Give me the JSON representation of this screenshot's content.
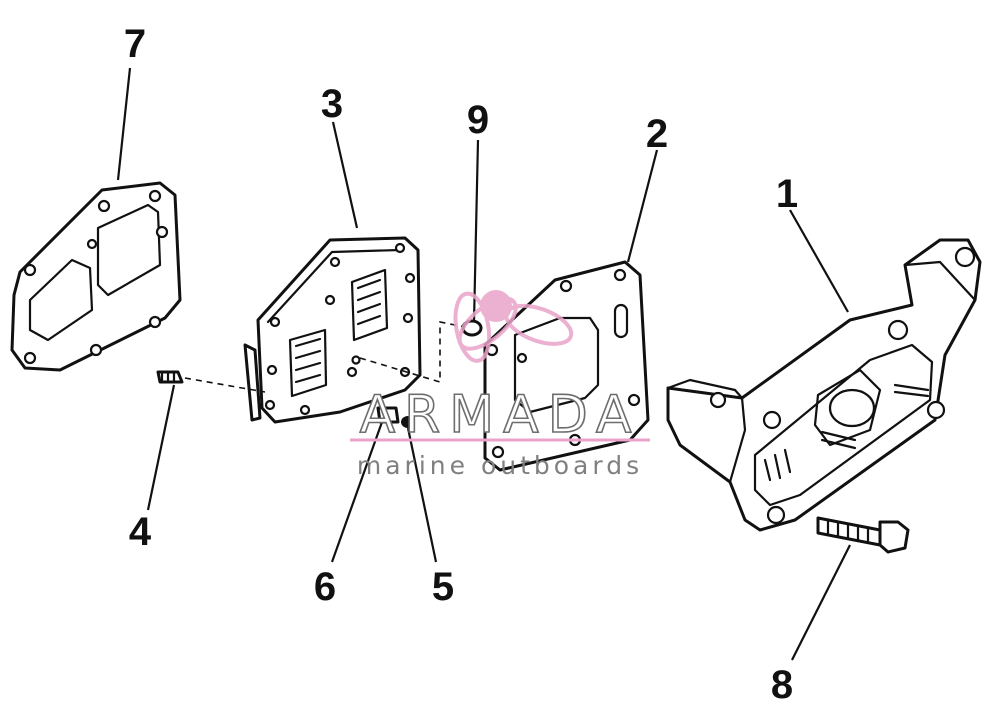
{
  "callouts": {
    "c1": "1",
    "c2": "2",
    "c3": "3",
    "c4": "4",
    "c5": "5",
    "c6": "6",
    "c7": "7",
    "c8": "8",
    "c9": "9"
  },
  "watermark": {
    "brand": "ARMADA",
    "tagline": "marine outboards",
    "logo_color": "#e9a3c9",
    "text_color": "#808080"
  }
}
